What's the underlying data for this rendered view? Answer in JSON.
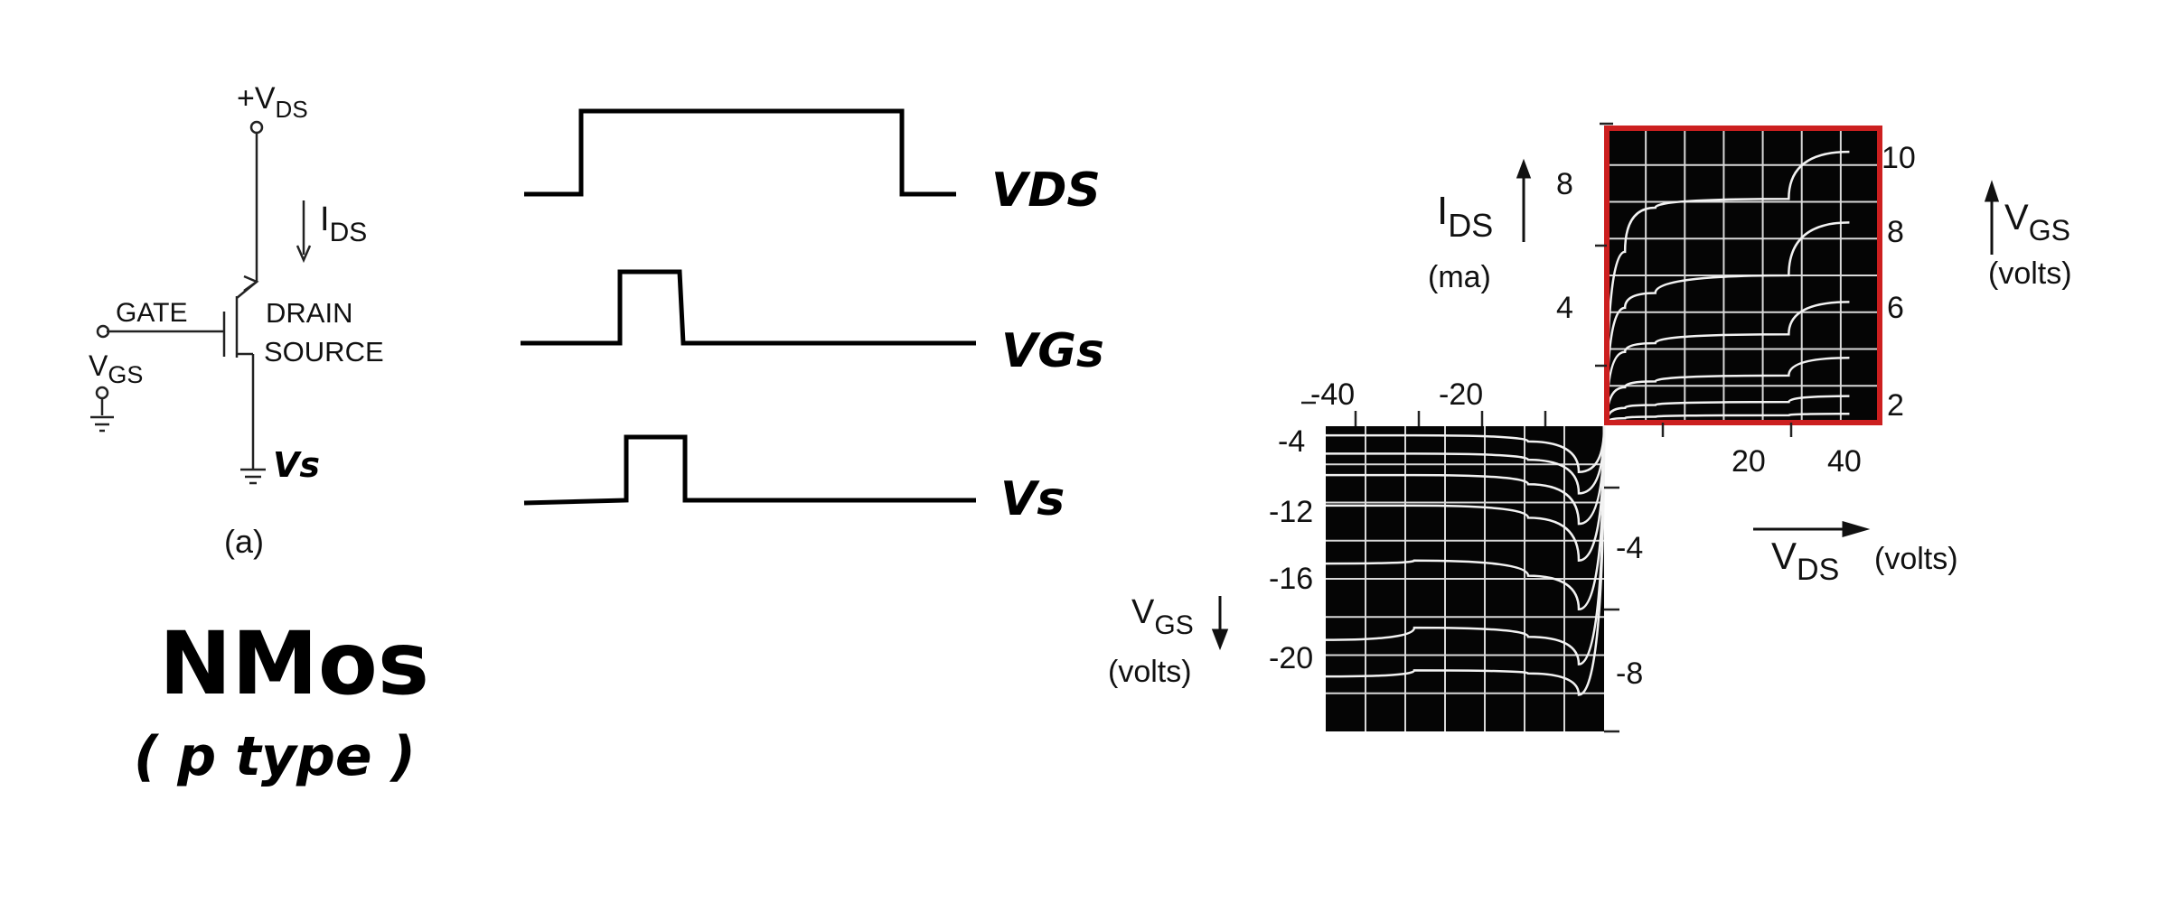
{
  "circuit": {
    "supply_label": "+V",
    "supply_sub": "DS",
    "current_label": "I",
    "current_sub": "DS",
    "gate_label": "GATE",
    "drain_label": "DRAIN",
    "source_label": "SOURCE",
    "vgs_label": "V",
    "vgs_sub": "GS",
    "vs_label": "Vs",
    "caption": "(a)"
  },
  "handwritten": {
    "title": "NMos",
    "subtitle": "( p type )"
  },
  "waveforms": {
    "labels": [
      "VDS",
      "VGs",
      "Vs"
    ]
  },
  "plot_top": {
    "y_label": "I",
    "y_label_sub": "DS",
    "y_unit": "(ma)",
    "y_ticks": [
      "8",
      "4"
    ],
    "right_label": "V",
    "right_label_sub": "GS",
    "right_unit": "(volts)",
    "right_ticks": [
      "10",
      "8",
      "6",
      "2"
    ],
    "x_ticks": [
      "20",
      "40"
    ],
    "x_label": "V",
    "x_label_sub": "DS",
    "x_unit": "(volts)",
    "highlight_color": "#cc1f1f"
  },
  "plot_bottom": {
    "top_ticks": [
      "-40",
      "-20"
    ],
    "left_ticks": [
      "-4",
      "-12",
      "-16",
      "-20"
    ],
    "right_ticks": [
      "-4",
      "-8"
    ],
    "y_label": "V",
    "y_label_sub": "GS",
    "y_unit": "(volts)"
  },
  "chart_data": [
    {
      "type": "line",
      "x_ticks": [
        "20",
        "40"
      ],
      "y_ticks_left": [
        "8",
        "4"
      ],
      "y_ticks_right": [
        "10",
        "8",
        "6",
        "2"
      ],
      "grid": true,
      "series": [
        {
          "x": [
            0,
            3,
            8,
            30,
            40
          ],
          "y": [
            0,
            5.8,
            7.3,
            7.6,
            9.2
          ]
        },
        {
          "x": [
            0,
            3,
            8,
            30,
            40
          ],
          "y": [
            0,
            3.9,
            4.4,
            5.0,
            6.8
          ]
        },
        {
          "x": [
            0,
            3,
            8,
            30,
            40
          ],
          "y": [
            0,
            2.4,
            2.7,
            3.0,
            4.1
          ]
        },
        {
          "x": [
            0,
            3,
            8,
            30,
            40
          ],
          "y": [
            0,
            1.2,
            1.4,
            1.6,
            2.2
          ]
        },
        {
          "x": [
            0,
            3,
            8,
            30,
            40
          ],
          "y": [
            0,
            0.5,
            0.6,
            0.7,
            0.9
          ]
        },
        {
          "x": [
            0,
            3,
            8,
            30,
            40
          ],
          "y": [
            0,
            0.15,
            0.2,
            0.25,
            0.3
          ]
        }
      ]
    },
    {
      "type": "line",
      "x_ticks": [
        "-40",
        "-20"
      ],
      "y_ticks_left": [
        "-4",
        "-12",
        "-16",
        "-20"
      ],
      "y_ticks_right": [
        "-4",
        "-8"
      ],
      "grid": true,
      "series": [
        {
          "x": [
            -44,
            -30,
            -12,
            -4,
            0
          ],
          "y": [
            -0.3,
            -0.3,
            -0.5,
            -1.5,
            0
          ]
        },
        {
          "x": [
            -44,
            -30,
            -12,
            -4,
            0
          ],
          "y": [
            -0.9,
            -0.9,
            -1.1,
            -2.2,
            0
          ]
        },
        {
          "x": [
            -44,
            -30,
            -12,
            -4,
            0
          ],
          "y": [
            -1.6,
            -1.6,
            -1.9,
            -3.2,
            0
          ]
        },
        {
          "x": [
            -44,
            -30,
            -12,
            -4,
            0
          ],
          "y": [
            -2.6,
            -2.6,
            -3.0,
            -4.4,
            0
          ]
        },
        {
          "x": [
            -44,
            -30,
            -12,
            -4,
            0
          ],
          "y": [
            -4.5,
            -4.4,
            -4.9,
            -6.0,
            0
          ]
        },
        {
          "x": [
            -44,
            -30,
            -12,
            -4,
            0
          ],
          "y": [
            -7.0,
            -6.6,
            -6.9,
            -7.8,
            0
          ]
        },
        {
          "x": [
            -44,
            -30,
            -12,
            -4,
            0
          ],
          "y": [
            -8.2,
            -8.0,
            -8.1,
            -8.8,
            0
          ]
        }
      ]
    }
  ]
}
